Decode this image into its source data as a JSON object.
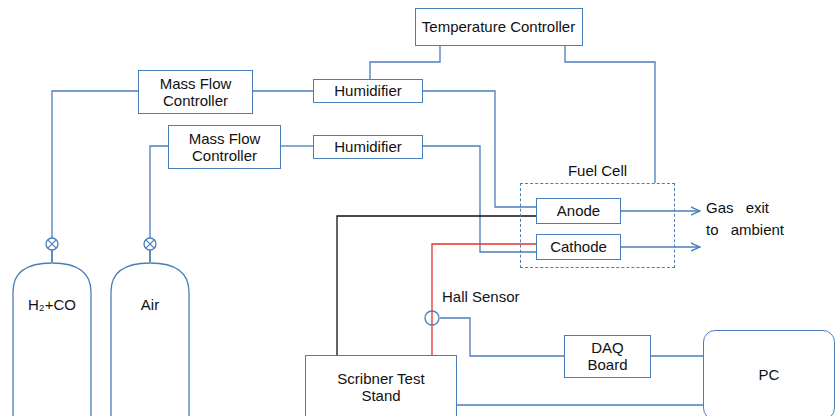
{
  "diagram": {
    "nodes": [
      {
        "text": [
          "Temperature Controller"
        ]
      },
      {
        "text": [
          "Mass Flow Controller"
        ]
      },
      {
        "text": [
          "Humidifier"
        ]
      },
      {
        "text": [
          "Mass Flow Controller"
        ]
      },
      {
        "text": [
          "Humidifier"
        ]
      },
      {
        "text": [
          "Fuel Cell"
        ]
      },
      {
        "text": [
          "Anode"
        ],
        "in": 5
      },
      {
        "text": [
          "Cathode"
        ],
        "in": 5
      },
      {
        "text": [
          "Hall Sensor"
        ]
      },
      {
        "text": [
          "H₂+CO"
        ]
      },
      {
        "text": [
          "Air"
        ]
      },
      {
        "text": [
          "DAQ Board"
        ]
      },
      {
        "text": [
          "Scribner Test Stand"
        ]
      },
      {
        "text": [
          "PC"
        ]
      }
    ],
    "edges": [
      {
        "from": 9,
        "to": 1,
        "arrow": "none"
      },
      {
        "from": 10,
        "to": 3,
        "arrow": "none"
      },
      {
        "from": 1,
        "to": 2,
        "arrow": "none"
      },
      {
        "from": 3,
        "to": 4,
        "arrow": "none"
      },
      {
        "from": 0,
        "to": 2,
        "arrow": "none"
      },
      {
        "from": 0,
        "to": 5,
        "arrow": "none"
      },
      {
        "from": 2,
        "to": 6,
        "arrow": "none"
      },
      {
        "from": 4,
        "to": 7,
        "arrow": "none"
      },
      {
        "from": 12,
        "to": 6,
        "arrow": "none"
      },
      {
        "from": 12,
        "to": 7,
        "arrow": "none"
      },
      {
        "from": 8,
        "to": 11,
        "arrow": "none"
      },
      {
        "from": 11,
        "to": 13,
        "arrow": "none"
      },
      {
        "from": 12,
        "to": 13,
        "arrow": "none"
      }
    ],
    "labels": [
      "Gas exit to ambient"
    ]
  }
}
